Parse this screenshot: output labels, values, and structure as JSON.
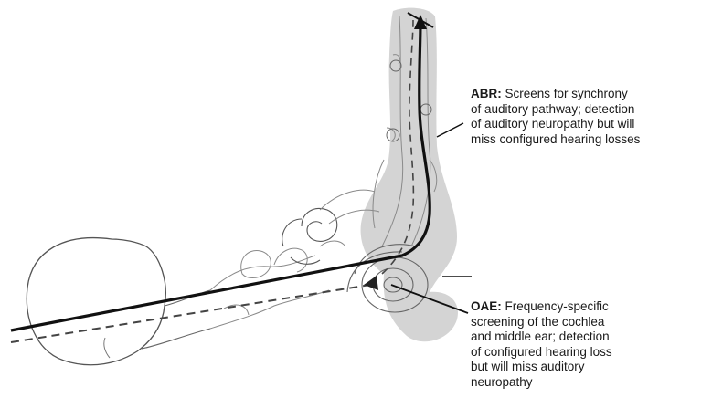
{
  "abr": {
    "term": "ABR:",
    "lines": [
      " Screens for synchrony",
      "of auditory pathway; detection",
      "of auditory neuropathy but will",
      "miss configured hearing losses"
    ]
  },
  "oae": {
    "term": "OAE:",
    "lines": [
      " Frequency-specific",
      "screening of the cochlea",
      "and middle ear; detection",
      "of configured hearing loss",
      "but will miss auditory",
      "neuropathy"
    ]
  },
  "colors": {
    "ink": "#1a1a1a",
    "shade": "#d4d4d4",
    "sketch": "#8a8a8a"
  }
}
